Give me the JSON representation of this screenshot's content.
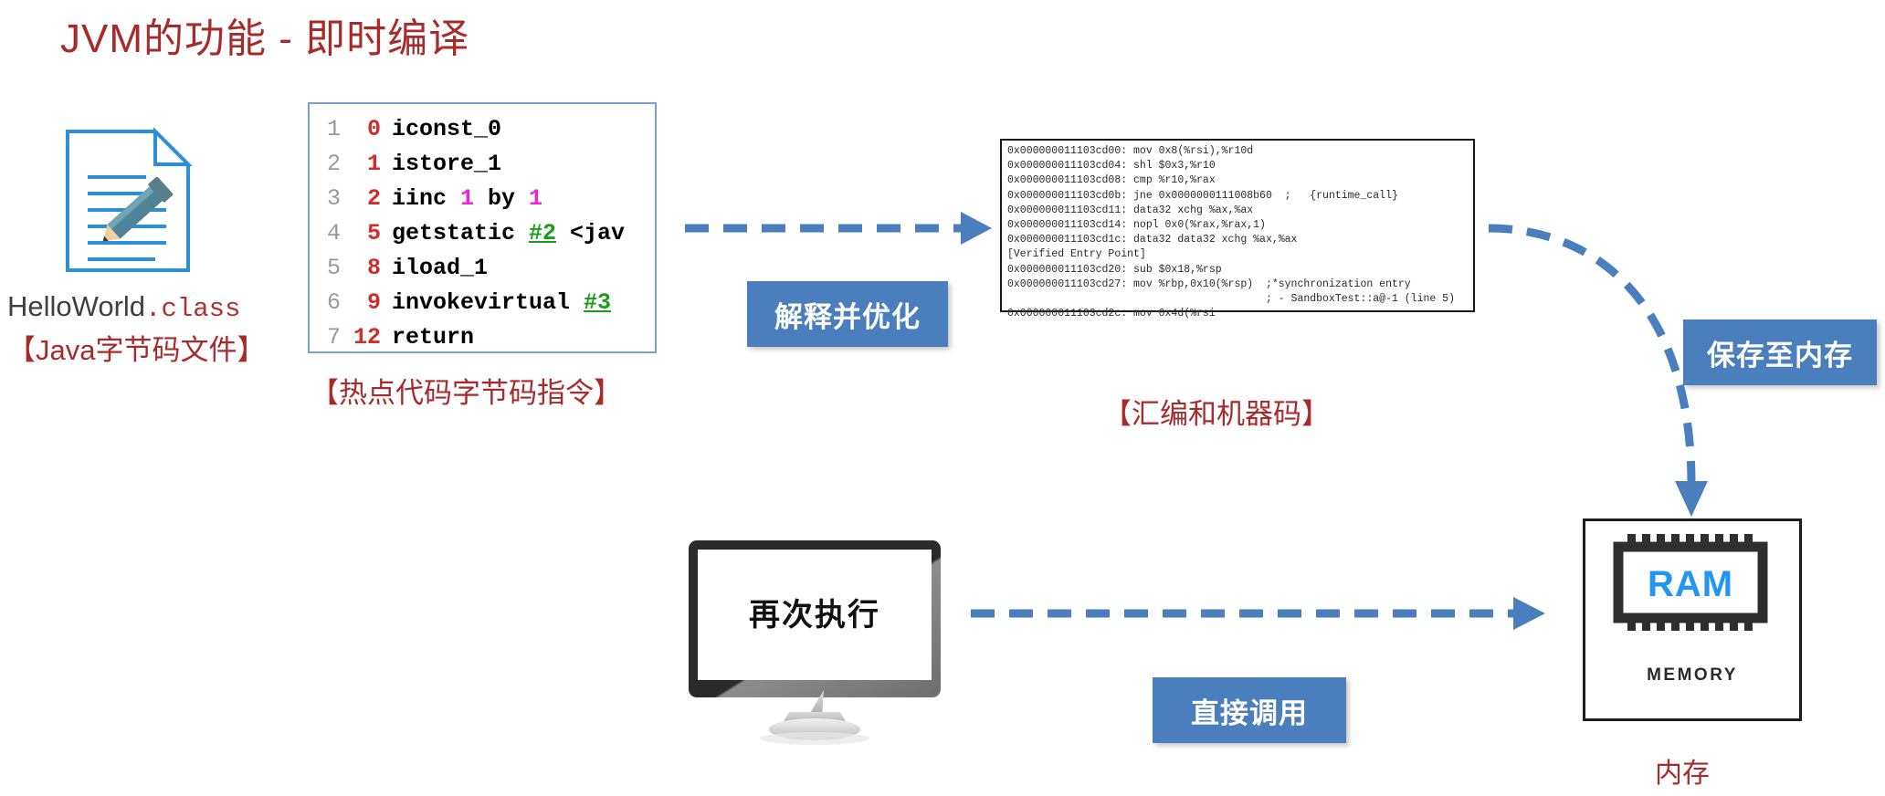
{
  "title": "JVM的功能 - 即时编译",
  "accent_red": "#a82b2b",
  "accent_blue": "#4a7ebc",
  "arrow_blue": "#4a7ebc",
  "left": {
    "doc_icon": "document-with-pencil-icon",
    "file_name_base": "HelloWorld",
    "file_name_ext": ".class",
    "file_note": "【Java字节码文件】"
  },
  "bytecode": {
    "caption": "【热点代码字节码指令】",
    "lines": [
      {
        "ln": "1",
        "offset": "0",
        "parts": [
          {
            "t": "iconst_0",
            "c": "op"
          }
        ]
      },
      {
        "ln": "2",
        "offset": "1",
        "parts": [
          {
            "t": "istore_1",
            "c": "op"
          }
        ]
      },
      {
        "ln": "3",
        "offset": "2",
        "parts": [
          {
            "t": "iinc ",
            "c": "op"
          },
          {
            "t": "1",
            "c": "num"
          },
          {
            "t": " by ",
            "c": "plain"
          },
          {
            "t": "1",
            "c": "num"
          }
        ]
      },
      {
        "ln": "4",
        "offset": "5",
        "parts": [
          {
            "t": "getstatic ",
            "c": "op"
          },
          {
            "t": "#2",
            "c": "ref"
          },
          {
            "t": " <jav",
            "c": "plain"
          }
        ]
      },
      {
        "ln": "5",
        "offset": "8",
        "parts": [
          {
            "t": "iload_1",
            "c": "op"
          }
        ]
      },
      {
        "ln": "6",
        "offset": "9",
        "parts": [
          {
            "t": "invokevirtual ",
            "c": "op"
          },
          {
            "t": "#3",
            "c": "ref"
          }
        ]
      },
      {
        "ln": "7",
        "offset": "12",
        "parts": [
          {
            "t": "return",
            "c": "op"
          }
        ]
      }
    ]
  },
  "assembly": {
    "caption": "【汇编和机器码】",
    "lines": [
      "0x000000011103cd00: mov 0x8(%rsi),%r10d",
      "0x000000011103cd04: shl $0x3,%r10",
      "0x000000011103cd08: cmp %r10,%rax",
      "0x000000011103cd0b: jne 0x0000000111008b60  ;   {runtime_call}",
      "0x000000011103cd11: data32 xchg %ax,%ax",
      "0x000000011103cd14: nopl 0x0(%rax,%rax,1)",
      "0x000000011103cd1c: data32 data32 xchg %ax,%ax",
      "[Verified Entry Point]",
      "0x000000011103cd20: sub $0x18,%rsp",
      "0x000000011103cd27: mov %rbp,0x10(%rsp)  ;*synchronization entry",
      "                                         ; - SandboxTest::a@-1 (line 5)",
      "0x000000011103cd2c: mov 0x4d(%rsi"
    ]
  },
  "chips": {
    "interpret": "解释并优化",
    "save_to_memory": "保存至内存",
    "direct_call": "直接调用"
  },
  "monitor": {
    "icon": "desktop-monitor-icon",
    "screen_text": "再次执行"
  },
  "memory": {
    "icon": "ram-chip-icon",
    "chip_text": "RAM",
    "label": "MEMORY",
    "caption": "内存"
  }
}
